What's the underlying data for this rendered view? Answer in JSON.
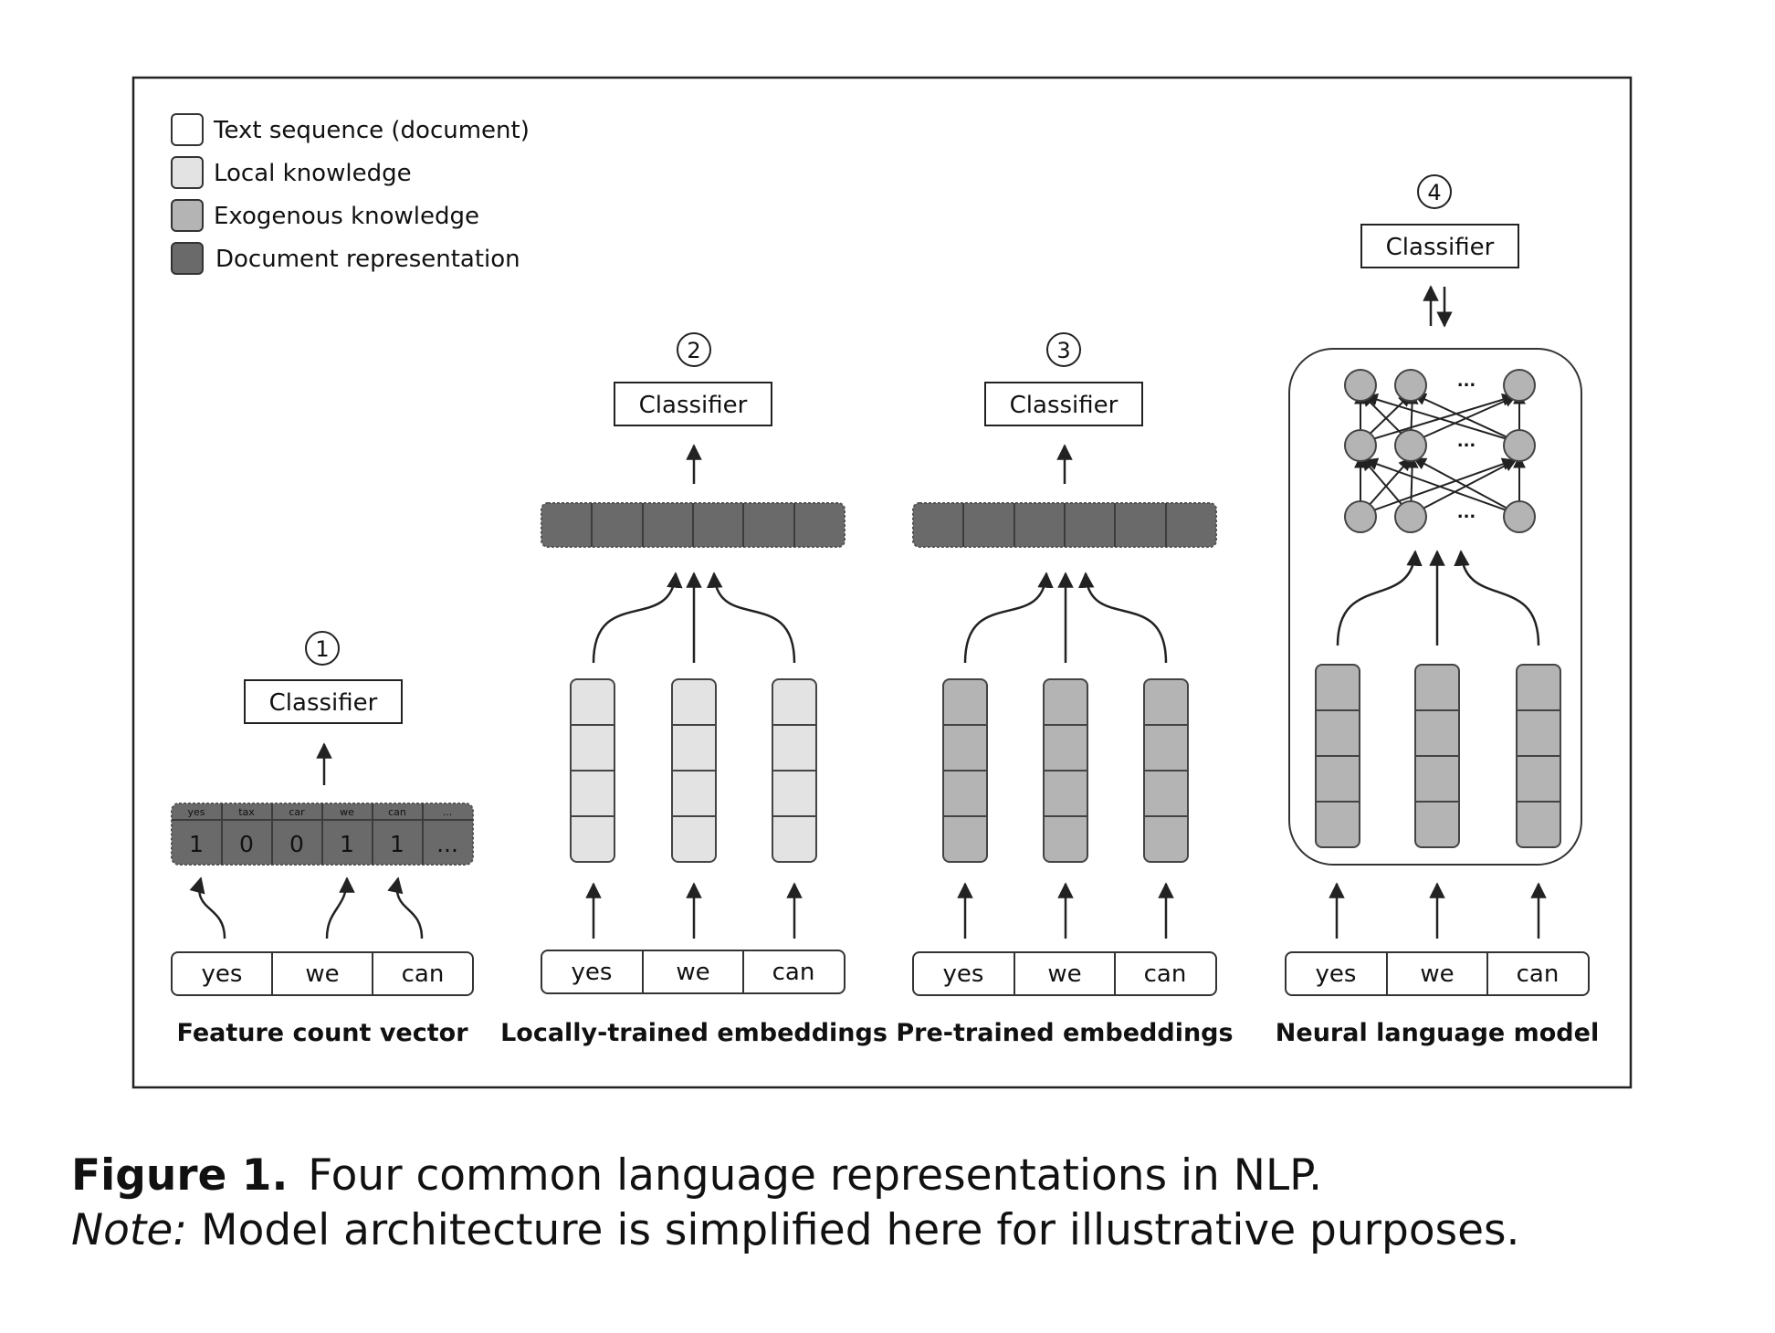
{
  "legend": [
    {
      "label": "Text sequence (document)",
      "color": "#ffffff"
    },
    {
      "label": "Local knowledge",
      "color": "#e3e3e3"
    },
    {
      "label": "Exogenous knowledge",
      "color": "#b4b4b4"
    },
    {
      "label": "Document representation",
      "color": "#6a6a6a"
    }
  ],
  "panels": [
    {
      "number": "1",
      "classifier": "Classifier",
      "title": "Feature count vector",
      "tokens": [
        "yes",
        "we",
        "can"
      ],
      "vector_headers": [
        "yes",
        "tax",
        "car",
        "we",
        "can",
        "..."
      ],
      "vector_values": [
        "1",
        "0",
        "0",
        "1",
        "1",
        "..."
      ]
    },
    {
      "number": "2",
      "classifier": "Classifier",
      "title": "Locally-trained embeddings",
      "tokens": [
        "yes",
        "we",
        "can"
      ]
    },
    {
      "number": "3",
      "classifier": "Classifier",
      "title": "Pre-trained embeddings",
      "tokens": [
        "yes",
        "we",
        "can"
      ]
    },
    {
      "number": "4",
      "classifier": "Classifier",
      "title": "Neural language model",
      "tokens": [
        "yes",
        "we",
        "can"
      ],
      "ellipsis": "..."
    }
  ],
  "caption": {
    "label": "Figure 1.",
    "text": "Four common language representations in NLP.",
    "note_label": "Note:",
    "note_text": " Model architecture is simplified here for illustrative purposes."
  },
  "colors": {
    "text_sequence": "#ffffff",
    "local": "#e3e3e3",
    "exogenous": "#b4b4b4",
    "document": "#6a6a6a",
    "outline": "#333333"
  }
}
